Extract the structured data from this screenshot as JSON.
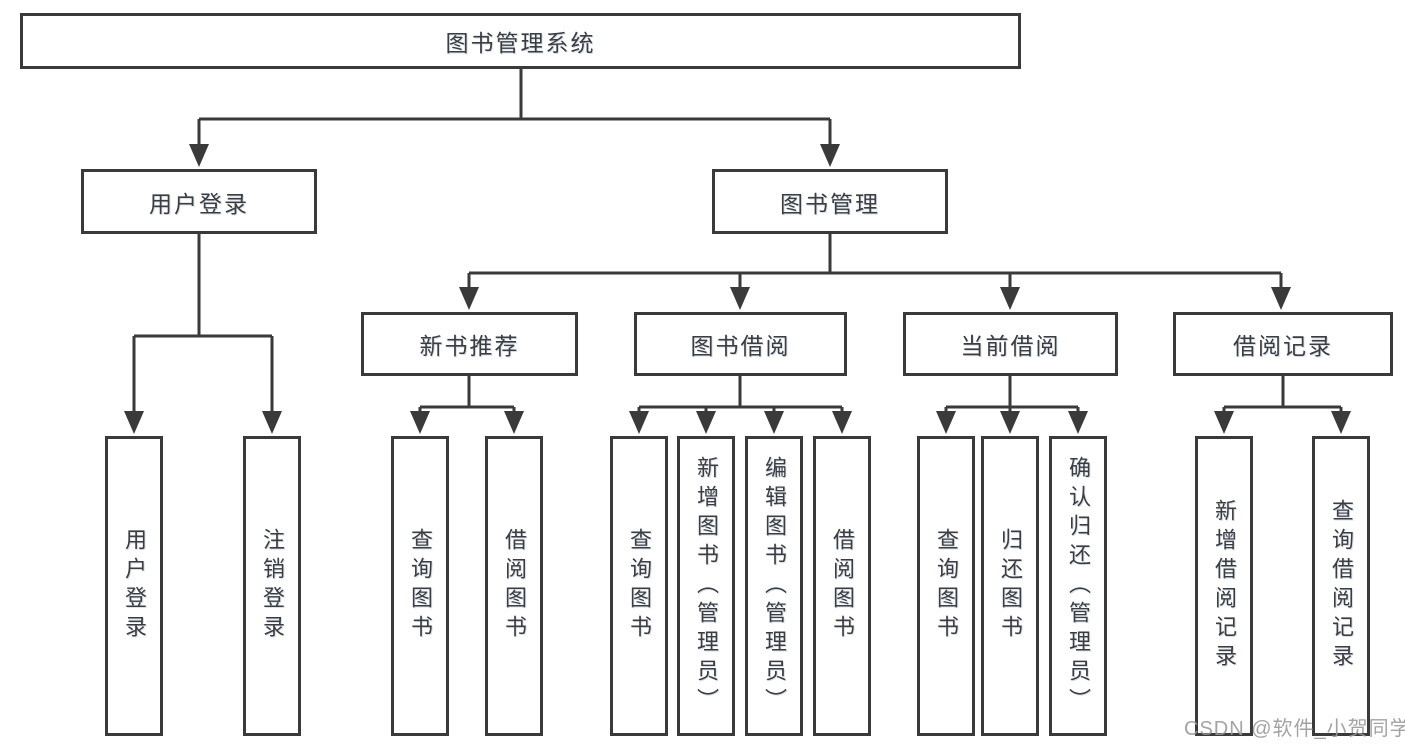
{
  "diagram": {
    "root": {
      "label": "图书管理系统"
    },
    "branches": [
      {
        "label": "用户登录",
        "leaves": [
          {
            "label": "用户登录"
          },
          {
            "label": "注销登录"
          }
        ]
      },
      {
        "label": "图书管理",
        "groups": [
          {
            "label": "新书推荐",
            "leaves": [
              {
                "label": "查询图书"
              },
              {
                "label": "借阅图书"
              }
            ]
          },
          {
            "label": "图书借阅",
            "leaves": [
              {
                "label": "查询图书"
              },
              {
                "label": "新增图书（管理员）"
              },
              {
                "label": "编辑图书（管理员）"
              },
              {
                "label": "借阅图书"
              }
            ]
          },
          {
            "label": "当前借阅",
            "leaves": [
              {
                "label": "查询图书"
              },
              {
                "label": "归还图书"
              },
              {
                "label": "确认归还（管理员）"
              }
            ]
          },
          {
            "label": "借阅记录",
            "leaves": [
              {
                "label": "新增借阅记录"
              },
              {
                "label": "查询借阅记录"
              }
            ]
          }
        ]
      }
    ]
  },
  "watermark": {
    "text": "CSDN @软件_小贺同学"
  },
  "colors": {
    "line": "#3a3a3a",
    "box_border": "#3a3a3a",
    "text": "#3d3d3d",
    "background": "#ffffff",
    "watermark": "#9a9a9a"
  }
}
